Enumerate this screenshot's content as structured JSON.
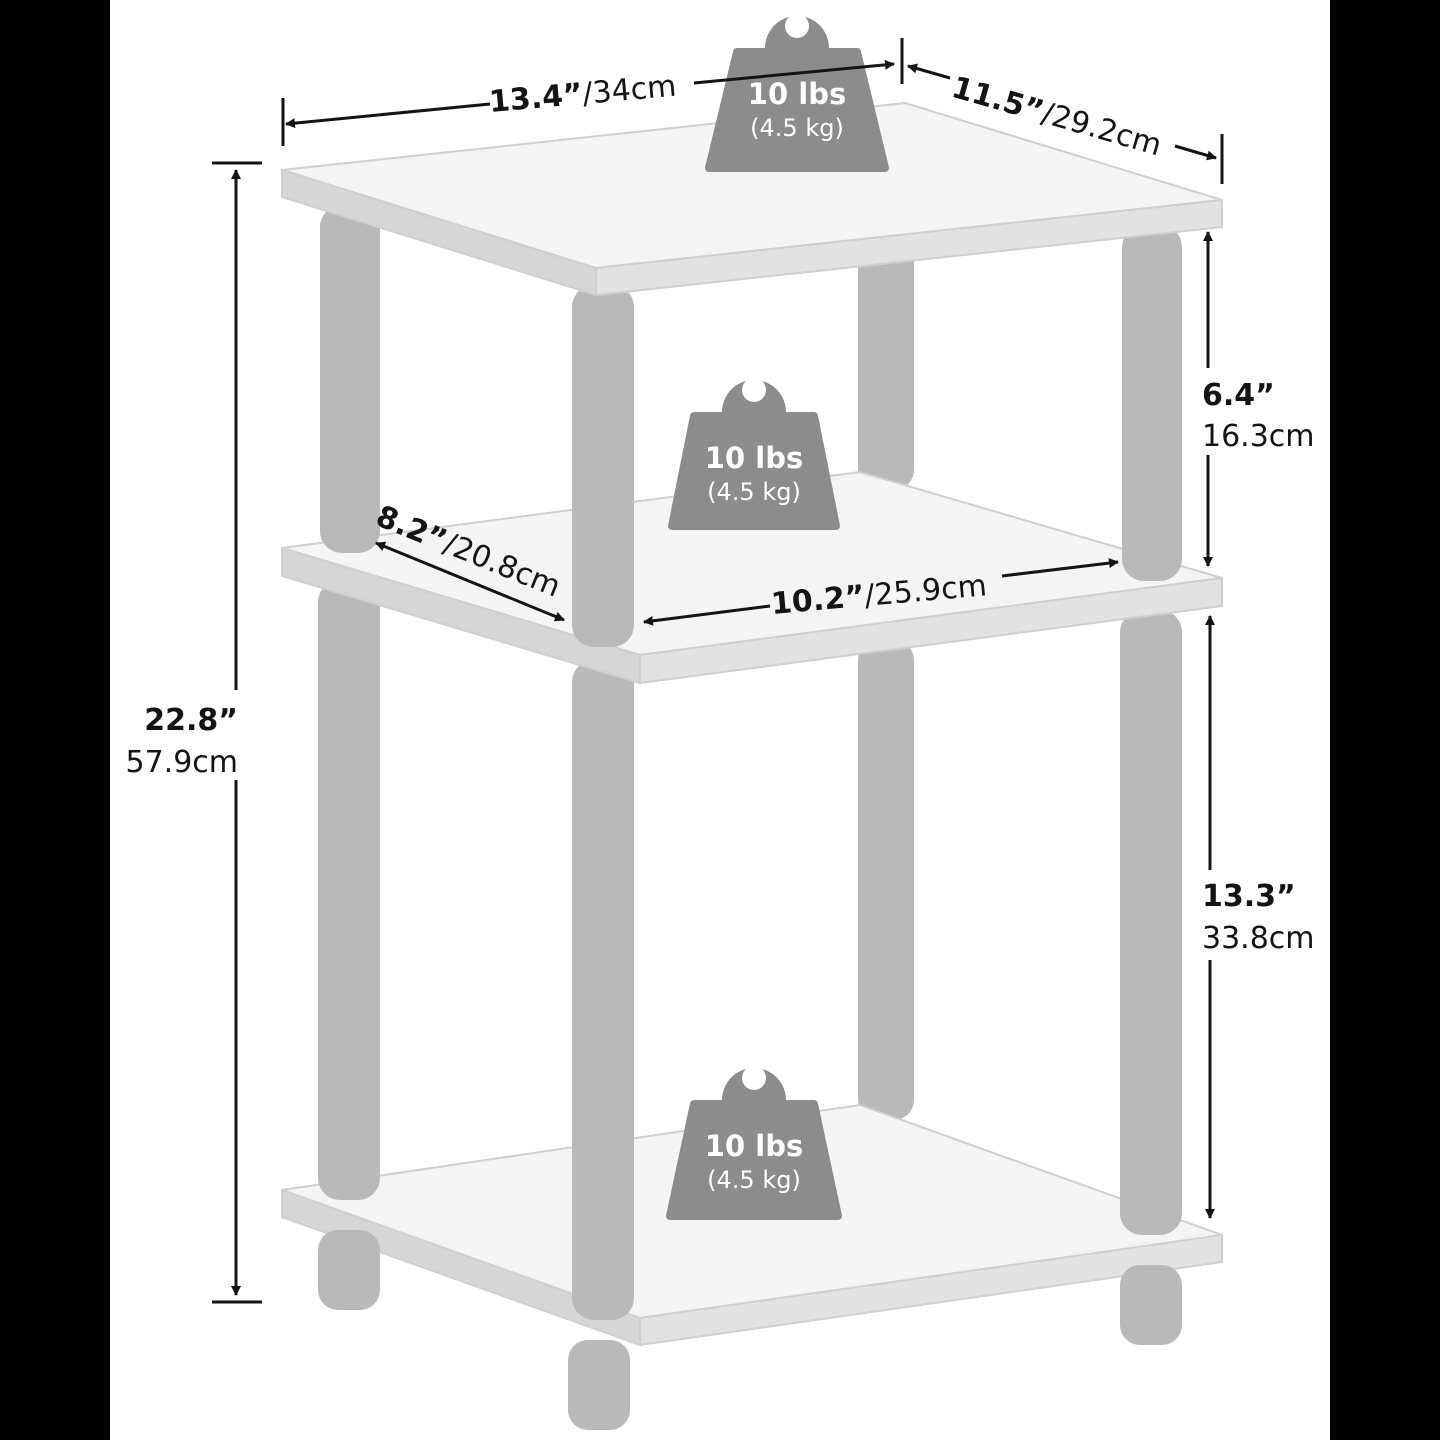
{
  "product": {
    "colors": {
      "background": "#000000",
      "panel": "#ffffff",
      "shelf_top": "#f4f4f4",
      "shelf_edge": "#d4d4d4",
      "leg": "#b9b9b9",
      "weight_tag": "#8c8c8c",
      "dimension_line": "#141414"
    },
    "dimensions": {
      "width": {
        "in": "13.4”",
        "cm": "/34cm"
      },
      "depth": {
        "in": "11.5”",
        "cm": "/29.2cm"
      },
      "height": {
        "in": "22.8”",
        "cm": "57.9cm"
      },
      "upper_gap": {
        "in": "6.4”",
        "cm": "16.3cm"
      },
      "lower_gap": {
        "in": "13.3”",
        "cm": "33.8cm"
      },
      "inner_width": {
        "in": "10.2”",
        "cm": "/25.9cm"
      },
      "inner_depth": {
        "in": "8.2”",
        "cm": "/20.8cm"
      }
    },
    "weights": [
      {
        "shelf": "top",
        "lbs": "10 lbs",
        "kg": "(4.5 kg)",
        "icon": "weight-icon"
      },
      {
        "shelf": "middle",
        "lbs": "10 lbs",
        "kg": "(4.5 kg)",
        "icon": "weight-icon"
      },
      {
        "shelf": "bottom",
        "lbs": "10 lbs",
        "kg": "(4.5 kg)",
        "icon": "weight-icon"
      }
    ]
  }
}
